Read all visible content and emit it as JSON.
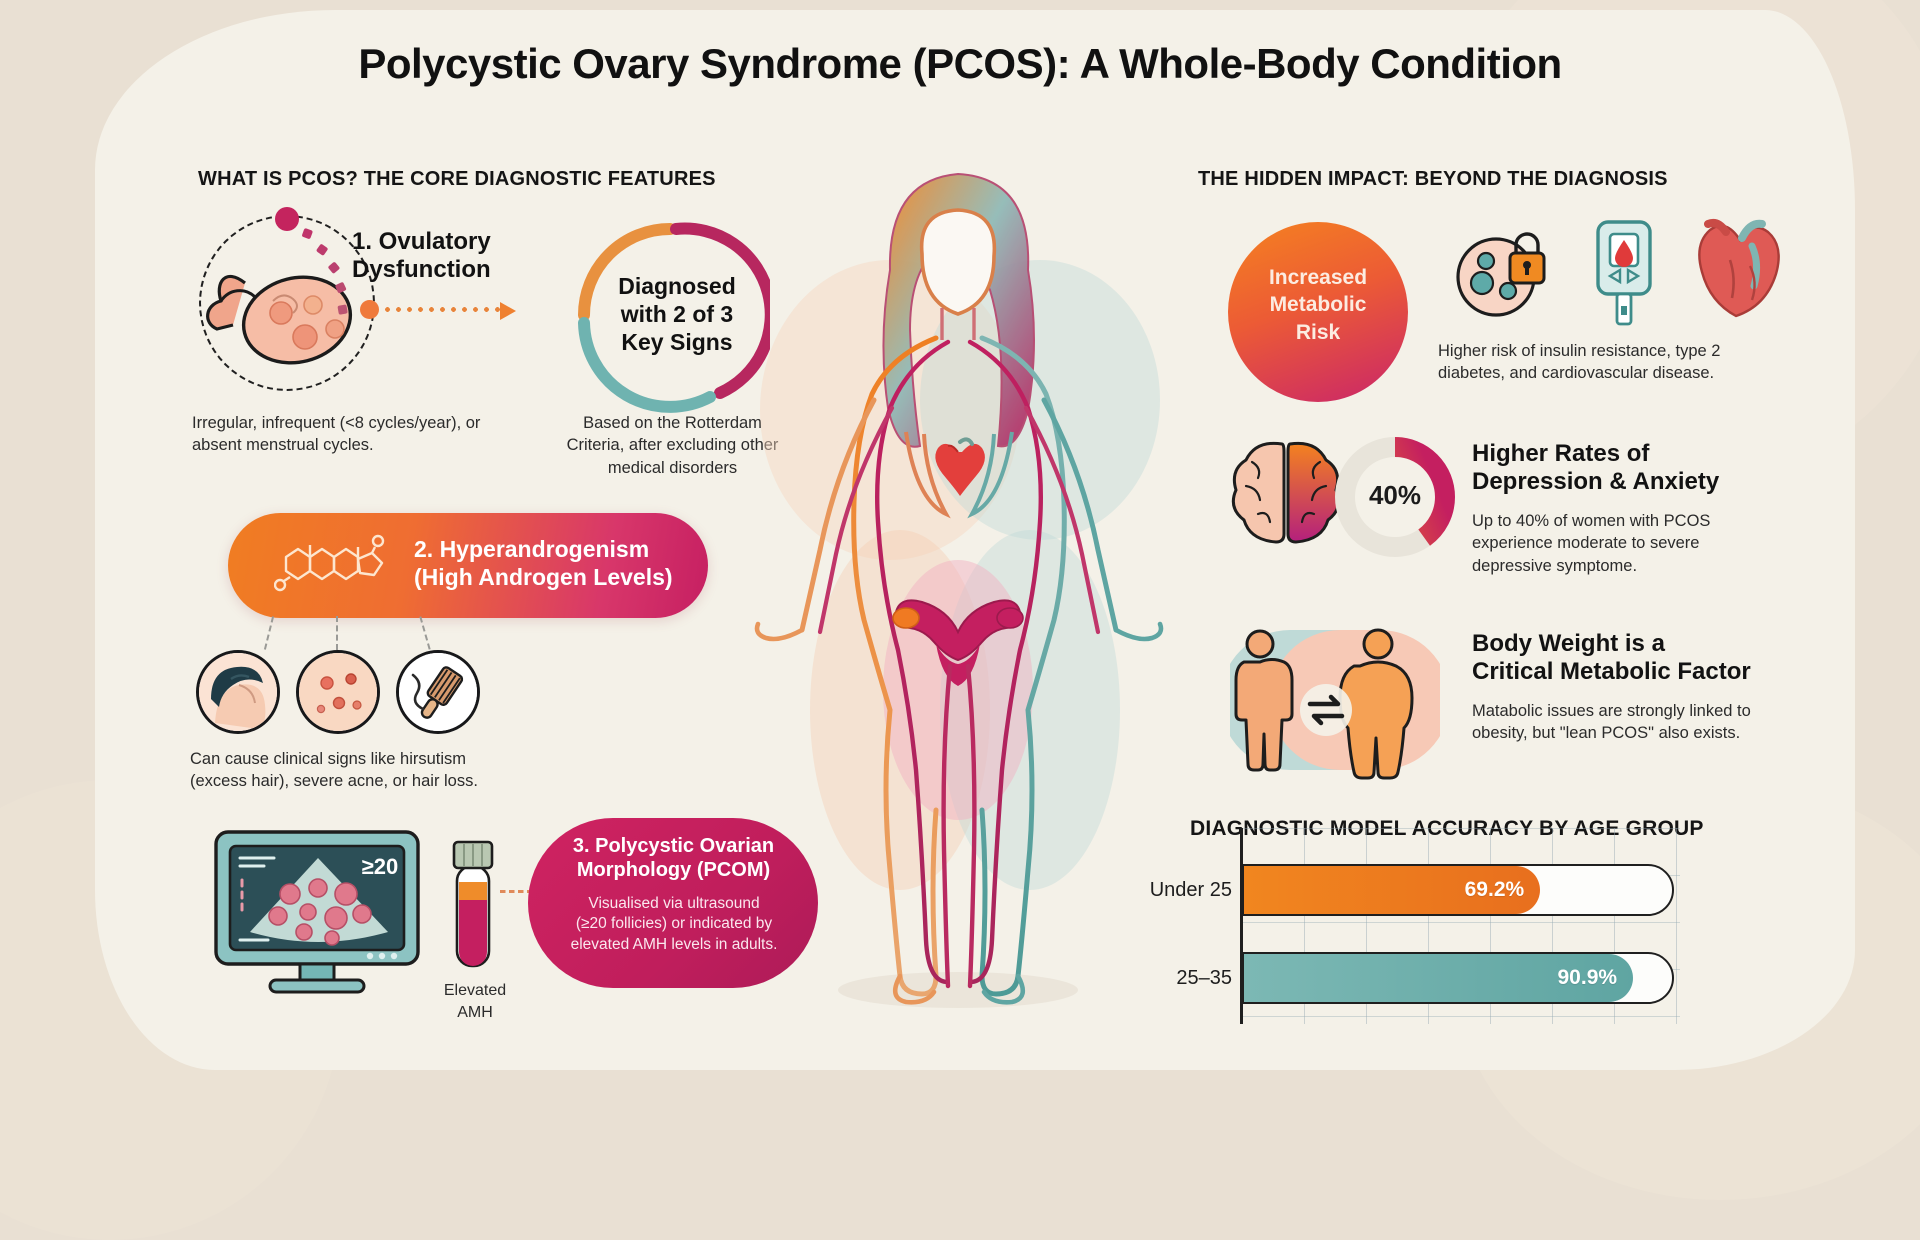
{
  "title": "Polycystic Ovary Syndrome (PCOS): A Whole-Body Condition",
  "sections": {
    "left_heading": "WHAT IS PCOS? THE CORE DIAGNOSTIC FEATURES",
    "right_heading": "THE HIDDEN IMPACT: BEYOND THE DIAGNOSIS",
    "chart_heading": "DIAGNOSTIC MODEL ACCURACY BY AGE GROUP"
  },
  "criteria": {
    "one": {
      "label": "1. Ovulatory\nDysfunction",
      "caption": "Irregular, infrequent (<8 cycles/year), or absent menstrual cycles.",
      "icon": "ovary-icon"
    },
    "rotterdam": {
      "label": "Diagnosed with 2 of 3 Key Signs",
      "caption": "Based on the Rotterdam Criteria, after excluding other medical disorders",
      "ring_colors": [
        "#e8913f",
        "#b7275f",
        "#6fb3b0"
      ]
    },
    "two": {
      "label": "2. Hyperandrogenism (High Androgen Levels)",
      "caption": "Can cause clinical signs like hirsutism (excess hair), severe acne, or hair loss.",
      "symptom_icons": [
        "hair-loss-icon",
        "acne-icon",
        "hairbrush-icon"
      ]
    },
    "three": {
      "label": "3. Polycystic Ovarian Morphology (PCOM)",
      "caption": "Visualised via ultrasound (≥20 follicies) or indicated by elevated AMH levels in adults.",
      "monitor_badge": "≥20",
      "tube_label": "Elevated AMH"
    }
  },
  "impact": [
    {
      "badge": "Increased Metabolic Risk",
      "caption": "Higher risk of insulin resistance, type 2 diabetes, and cardiovascular disease.",
      "icons": [
        "petri-dish-lock-icon",
        "glucose-meter-icon",
        "heart-icon"
      ]
    },
    {
      "value": "40%",
      "heading": "Higher Rates of Depression & Anxiety",
      "caption": "Up to 40% of women with PCOS experience moderate to severe depressive symptome.",
      "icon": "brain-icon"
    },
    {
      "heading": "Body Weight is a Critical Metabolic Factor",
      "caption": "Matabolic issues are strongly linked to obesity, but \"lean PCOS\" also exists.",
      "icon": "body-comparison-icon"
    }
  ],
  "chart_data": {
    "type": "bar",
    "orientation": "horizontal",
    "title": "DIAGNOSTIC MODEL ACCURACY BY AGE GROUP",
    "categories": [
      "Under 25",
      "25–35"
    ],
    "values": [
      69.2,
      90.9
    ],
    "labels": [
      "69.2%",
      "90.9%"
    ],
    "colors": [
      "#ee7722",
      "#6aafac"
    ],
    "xlabel": "",
    "ylabel": "",
    "xlim": [
      0,
      100
    ],
    "grid": true,
    "legend": "none"
  },
  "colors": {
    "orange": "#ef7f22",
    "magenta": "#c41f60",
    "teal": "#6fb0ad",
    "background": "#f4f1e8",
    "outer": "#e9e0d3",
    "ink": "#141414"
  },
  "body_figure": {
    "name": "female-body-silhouette",
    "organs": [
      "heart-icon",
      "uterus-icon",
      "ovary-icon"
    ]
  }
}
